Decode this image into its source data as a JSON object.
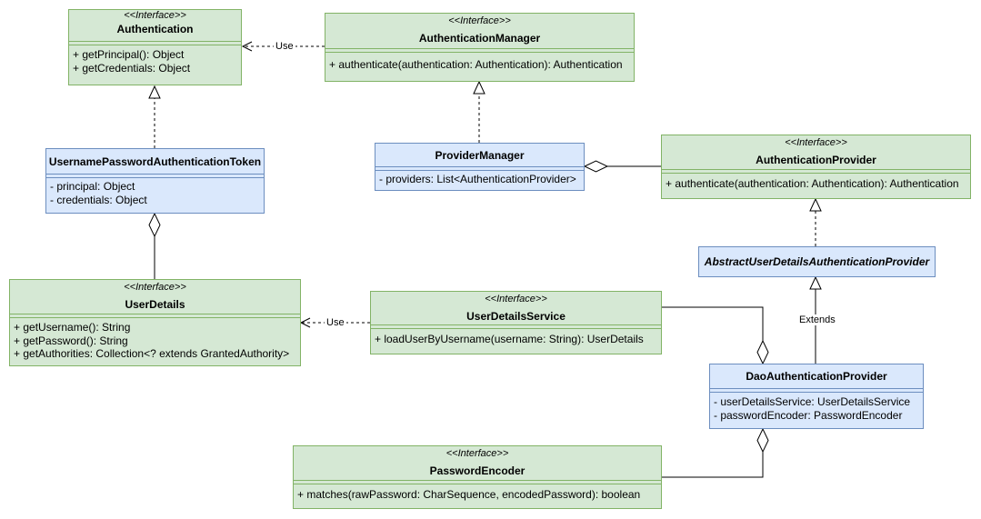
{
  "classes": {
    "authentication": {
      "stereotype": "<<Interface>>",
      "name": "Authentication",
      "operations": [
        "+ getPrincipal(): Object",
        "+ getCredentials: Object"
      ]
    },
    "authentication_manager": {
      "stereotype": "<<Interface>>",
      "name": "AuthenticationManager",
      "operations": [
        "+ authenticate(authentication: Authentication): Authentication"
      ]
    },
    "upat": {
      "name": "UsernamePasswordAuthenticationToken",
      "attributes": [
        "- principal: Object",
        "- credentials: Object"
      ]
    },
    "provider_manager": {
      "name": "ProviderManager",
      "attributes": [
        "- providers: List<AuthenticationProvider>"
      ]
    },
    "authentication_provider": {
      "stereotype": "<<Interface>>",
      "name": "AuthenticationProvider",
      "operations": [
        "+ authenticate(authentication: Authentication): Authentication"
      ]
    },
    "abstract_udap": {
      "name": "AbstractUserDetailsAuthenticationProvider"
    },
    "user_details": {
      "stereotype": "<<Interface>>",
      "name": "UserDetails",
      "operations": [
        "+ getUsername(): String",
        "+ getPassword(): String",
        "+ getAuthorities: Collection<? extends GrantedAuthority>"
      ]
    },
    "user_details_service": {
      "stereotype": "<<Interface>>",
      "name": "UserDetailsService",
      "operations": [
        "+ loadUserByUsername(username: String): UserDetails"
      ]
    },
    "dao_provider": {
      "name": "DaoAuthenticationProvider",
      "attributes": [
        "- userDetailsService: UserDetailsService",
        "- passwordEncoder: PasswordEncoder"
      ]
    },
    "password_encoder": {
      "stereotype": "<<Interface>>",
      "name": "PasswordEncoder",
      "operations": [
        "+ matches(rawPassword: CharSequence, encodedPassword): boolean"
      ]
    }
  },
  "edge_labels": {
    "use_authentication": "Use",
    "use_user_details": "Use",
    "extends": "Extends"
  }
}
